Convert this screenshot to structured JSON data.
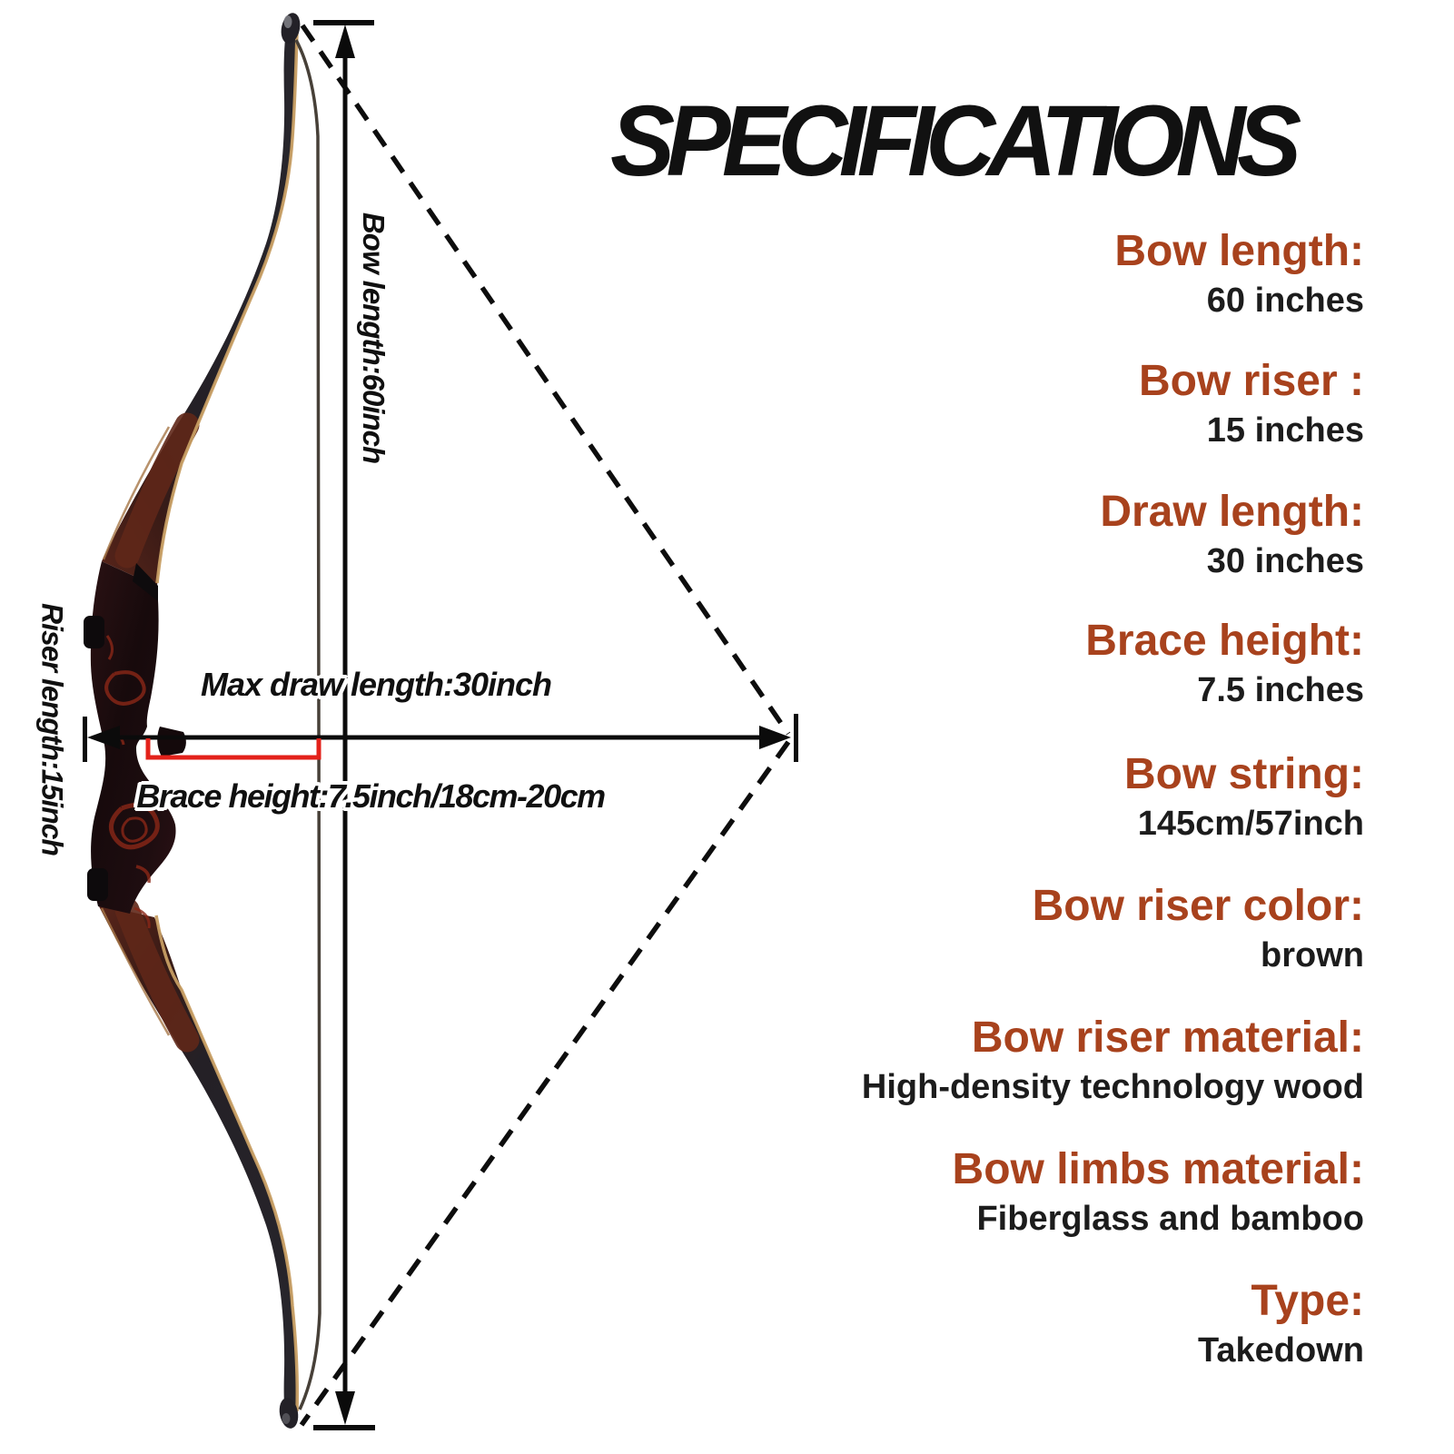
{
  "title": "SPECIFICATIONS",
  "specs": [
    {
      "label": "Bow length:",
      "value": "60 inches"
    },
    {
      "label": "Bow riser :",
      "value": "15 inches"
    },
    {
      "label": "Draw length:",
      "value": "30 inches"
    },
    {
      "label": "Brace height:",
      "value": "7.5 inches"
    },
    {
      "label": "Bow string:",
      "value": "145cm/57inch"
    },
    {
      "label": "Bow riser color:",
      "value": "brown"
    },
    {
      "label": "Bow riser material:",
      "value": "High-density technology wood"
    },
    {
      "label": "Bow limbs material:",
      "value": "Fiberglass and bamboo"
    },
    {
      "label": "Type:",
      "value": "Takedown"
    }
  ],
  "annotations": {
    "bow_length": "Bow length:60inch",
    "riser_length": "Riser length:15inch",
    "max_draw": "Max draw length:30inch",
    "brace_height": "Brace height:7.5inch/18cm-20cm"
  },
  "colors": {
    "spec_label_brown": "#a8421d",
    "spec_value_black": "#1c1c1c",
    "bracket_red": "#e3211a",
    "dimension_line_black": "#0b0b0b",
    "bow_string_gray": "#474038",
    "limb_edge_tan": "#c79e63",
    "riser_dark_wood": "#1a0c0e",
    "riser_grain_red": "#8a2717"
  }
}
